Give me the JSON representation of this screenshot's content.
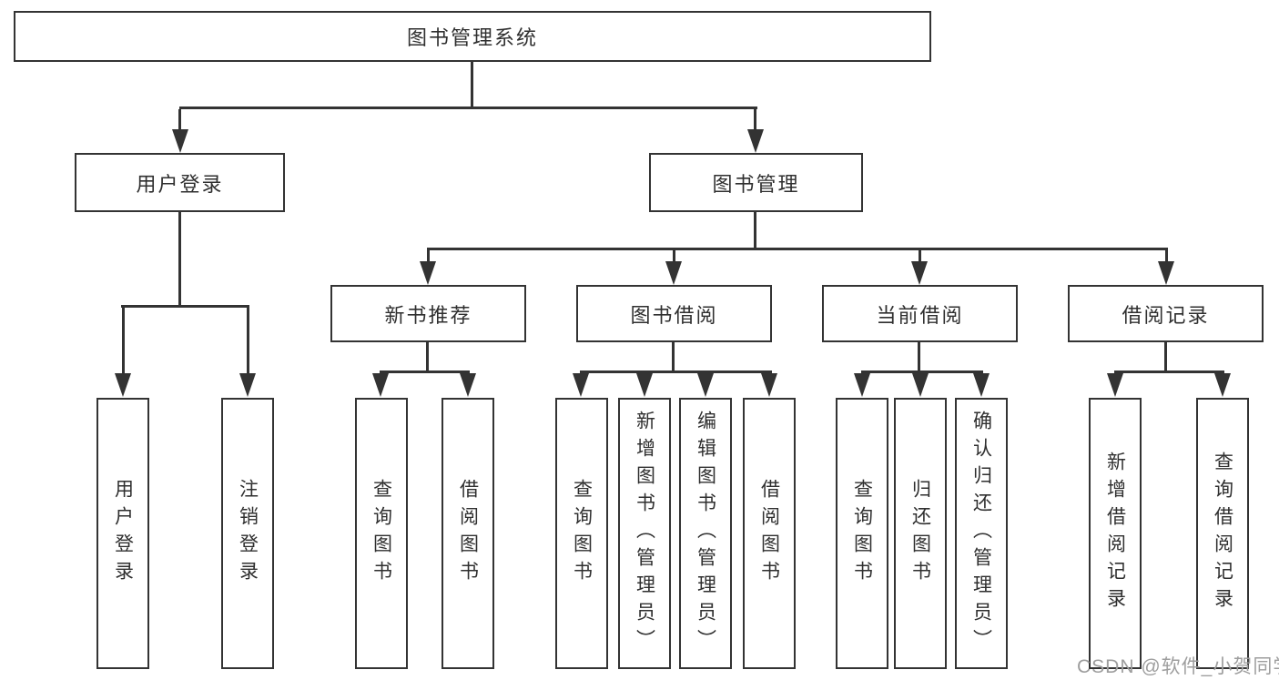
{
  "diagram": {
    "root": {
      "label": "图书管理系统"
    },
    "level2": [
      {
        "label": "用户登录"
      },
      {
        "label": "图书管理"
      }
    ],
    "level3": [
      {
        "label": "新书推荐",
        "parent": "图书管理"
      },
      {
        "label": "图书借阅",
        "parent": "图书管理"
      },
      {
        "label": "当前借阅",
        "parent": "图书管理"
      },
      {
        "label": "借阅记录",
        "parent": "图书管理"
      }
    ],
    "leaves": [
      {
        "label": "用户登录",
        "parent": "用户登录"
      },
      {
        "label": "注销登录",
        "parent": "用户登录"
      },
      {
        "label": "查询图书",
        "parent": "新书推荐"
      },
      {
        "label": "借阅图书",
        "parent": "新书推荐"
      },
      {
        "label": "查询图书",
        "parent": "图书借阅"
      },
      {
        "label": "新增图书（管理员）",
        "parent": "图书借阅"
      },
      {
        "label": "编辑图书（管理员）",
        "parent": "图书借阅"
      },
      {
        "label": "借阅图书",
        "parent": "图书借阅"
      },
      {
        "label": "查询图书",
        "parent": "当前借阅"
      },
      {
        "label": "归还图书",
        "parent": "当前借阅"
      },
      {
        "label": "确认归还（管理员）",
        "parent": "当前借阅"
      },
      {
        "label": "新增借阅记录",
        "parent": "借阅记录"
      },
      {
        "label": "查询借阅记录",
        "parent": "借阅记录"
      }
    ]
  },
  "watermark": {
    "text": "CSDN @软件_小贺同学"
  },
  "colors": {
    "line": "#333333",
    "text": "#2f2f2f",
    "background": "#ffffff",
    "watermark": "#9e9e9e"
  }
}
